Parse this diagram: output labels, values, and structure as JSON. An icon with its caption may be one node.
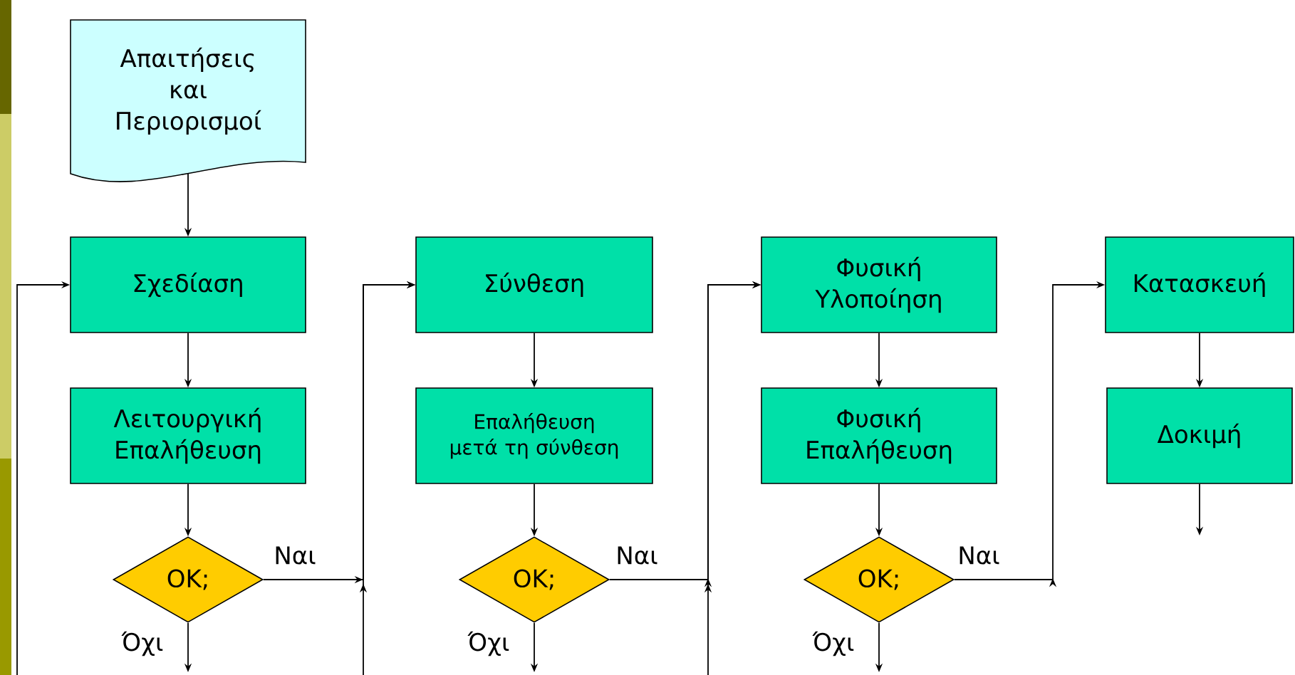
{
  "diagram": {
    "nodes": [
      {
        "text": [
          "Απαιτήσεις και Περιορισμοί"
        ]
      },
      {
        "text": [
          "Σχεδίαση"
        ]
      },
      {
        "text": [
          "Λειτουργική Επαλήθευση"
        ]
      },
      {
        "text": [
          "OK;"
        ]
      },
      {
        "text": [
          "Σύνθεση"
        ]
      },
      {
        "text": [
          "Επαλήθευση μετά τη σύνθεση"
        ]
      },
      {
        "text": [
          "OK;"
        ]
      },
      {
        "text": [
          "Φυσική Υλοποίηση"
        ]
      },
      {
        "text": [
          "Φυσική Επαλήθευση"
        ]
      },
      {
        "text": [
          "OK;"
        ]
      },
      {
        "text": [
          "Κατασκευή"
        ]
      },
      {
        "text": [
          "Δοκιμή"
        ]
      }
    ],
    "edges": [
      {
        "from": 0,
        "to": 1,
        "arrow": "to"
      },
      {
        "from": 1,
        "to": 2,
        "arrow": "to"
      },
      {
        "from": 2,
        "to": 3,
        "arrow": "to"
      },
      {
        "from": 3,
        "to": 4,
        "arrow": "to",
        "label": "Ναι"
      },
      {
        "from": 3,
        "to": null,
        "arrow": "to",
        "label": "Όχι"
      },
      {
        "from": null,
        "to": 1,
        "arrow": "to"
      },
      {
        "from": null,
        "to": 4,
        "arrow": "to"
      },
      {
        "from": 4,
        "to": 5,
        "arrow": "to"
      },
      {
        "from": 5,
        "to": 6,
        "arrow": "to"
      },
      {
        "from": 6,
        "to": 7,
        "arrow": "to",
        "label": "Ναι"
      },
      {
        "from": 6,
        "to": null,
        "arrow": "to",
        "label": "Όχι"
      },
      {
        "from": null,
        "to": 7,
        "arrow": "to"
      },
      {
        "from": 7,
        "to": 8,
        "arrow": "to"
      },
      {
        "from": 8,
        "to": 9,
        "arrow": "to"
      },
      {
        "from": 9,
        "to": 10,
        "arrow": "to",
        "label": "Ναι"
      },
      {
        "from": 9,
        "to": null,
        "arrow": "to",
        "label": "Όχι"
      },
      {
        "from": 10,
        "to": 11,
        "arrow": "to"
      },
      {
        "from": 11,
        "to": null,
        "arrow": "to"
      }
    ]
  }
}
